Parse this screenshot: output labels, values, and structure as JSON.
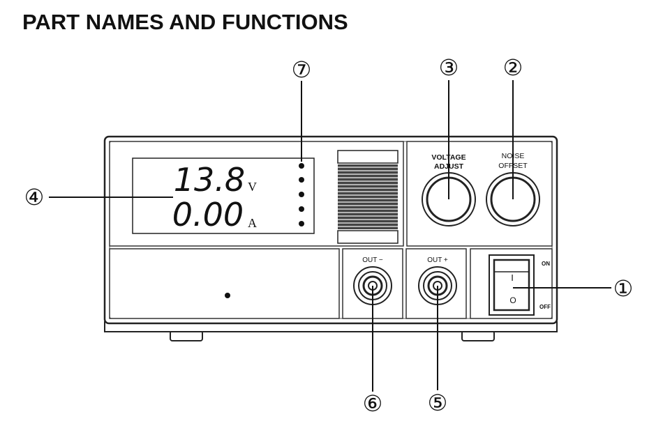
{
  "title": "PART NAMES AND FUNCTIONS",
  "display": {
    "voltage": "13.8",
    "voltage_unit": "V",
    "current": "0.00",
    "current_unit": "A"
  },
  "knobs": {
    "voltage_adjust": [
      "VOLTAGE",
      "ADJUST"
    ],
    "noise_offset": [
      "NOISE",
      "OFFSET"
    ]
  },
  "terminals": {
    "negative": "OUT −",
    "positive": "OUT +"
  },
  "switch": {
    "on": "ON",
    "off": "OFF",
    "on_symbol": "I",
    "off_symbol": "O"
  },
  "callouts": {
    "power_switch": "①",
    "noise_offset": "②",
    "voltage_adjust": "③",
    "display": "④",
    "positive_output": "⑤",
    "negative_output": "⑥",
    "indicators": "⑦"
  }
}
